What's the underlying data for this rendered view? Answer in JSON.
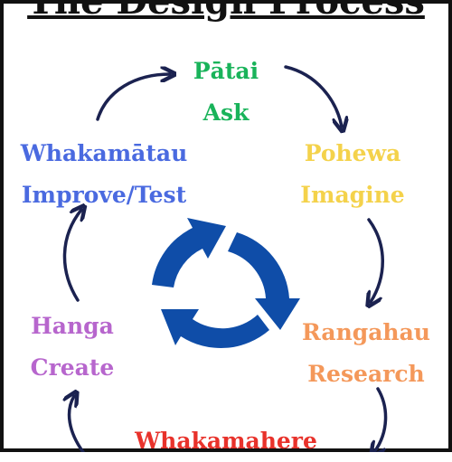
{
  "title": "The Design Process",
  "stages": {
    "patai": {
      "maori": "Pātai",
      "english": "Ask",
      "color": "#19b35a"
    },
    "pohewa": {
      "maori": "Pohewa",
      "english": "Imagine",
      "color": "#f4d24b"
    },
    "rangahau": {
      "maori": "Rangahau",
      "english": "Research",
      "color": "#f4985a"
    },
    "whakamahere": {
      "maori": "Whakamahere",
      "color": "#e8322b"
    },
    "hanga": {
      "maori": "Hanga",
      "english": "Create",
      "color": "#b766cd"
    },
    "whakamatau": {
      "maori": "Whakamātau",
      "english": "Improve/Test",
      "color": "#4a6ae0"
    }
  },
  "colors": {
    "cycle_arrows": "#1b2250",
    "center_icon": "#0f4da8",
    "frame": "#111111"
  },
  "icons": {
    "center": "refresh-cycle-icon"
  }
}
